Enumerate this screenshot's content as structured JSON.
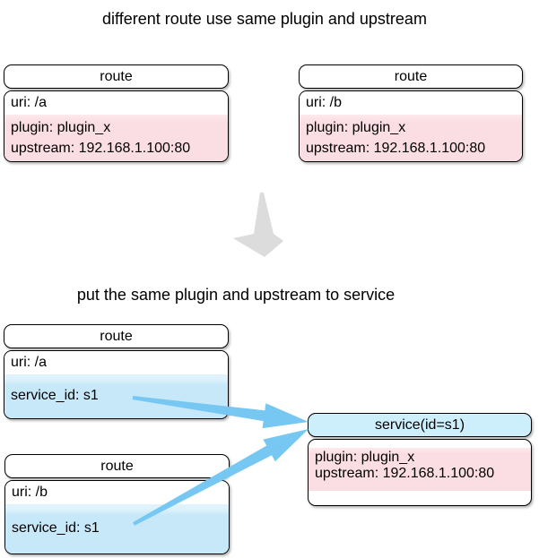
{
  "titles": {
    "top": "different route use same plugin and upstream",
    "bottom": "put the same plugin and upstream to service"
  },
  "top_routes": [
    {
      "header": "route",
      "rows": {
        "uri": "uri: /a",
        "plugin": "plugin: plugin_x",
        "upstream": "upstream: 192.168.1.100:80"
      }
    },
    {
      "header": "route",
      "rows": {
        "uri": "uri: /b",
        "plugin": "plugin: plugin_x",
        "upstream": "upstream: 192.168.1.100:80"
      }
    }
  ],
  "bottom_routes": [
    {
      "header": "route",
      "rows": {
        "uri": "uri: /a",
        "service_id": "service_id: s1"
      }
    },
    {
      "header": "route",
      "rows": {
        "uri": "uri: /b",
        "service_id": "service_id: s1"
      }
    }
  ],
  "service": {
    "header": "service(id=s1)",
    "rows": {
      "plugin": "plugin: plugin_x",
      "upstream": "upstream: 192.168.1.100:80"
    }
  },
  "icons": {
    "transform_arrow": "gray-tapered-down-arrow",
    "route_link_arrow": "blue-tapered-arrow"
  },
  "colors": {
    "pink_band": "#fbdee3",
    "blue_band": "#c6e8f9",
    "service_header_blue": "#cdeefb",
    "arrow_gray": "#dcdcdc",
    "arrow_blue": "#76c7f2",
    "border": "#000000",
    "background": "#ffffff"
  }
}
